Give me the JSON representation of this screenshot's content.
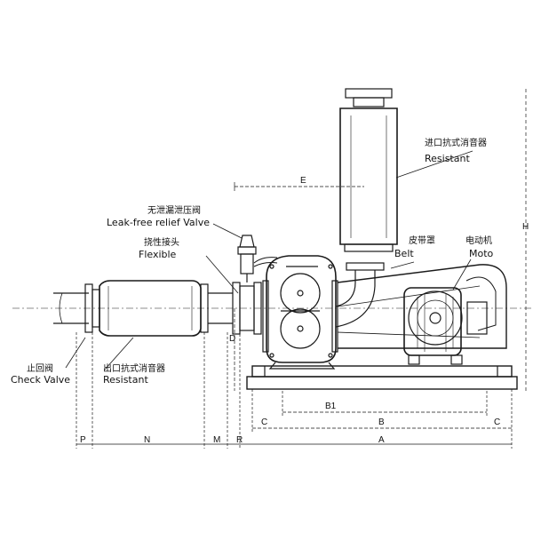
{
  "labels": {
    "inlet_silencer_zh": "进口抗式消音器",
    "inlet_silencer_en": "Resistant",
    "relief_valve_zh": "无泄漏泄压阀",
    "relief_valve_en": "Leak-free relief Valve",
    "flexible_zh": "挠性接头",
    "flexible_en": "Flexible",
    "belt_zh": "皮带罩",
    "belt_en": "Belt",
    "motor_zh": "电动机",
    "motor_en": "Moto",
    "check_valve_zh": "止回阀",
    "check_valve_en": "Check Valve",
    "outlet_silencer_zh": "出口抗式消音器",
    "outlet_silencer_en": "Resistant"
  },
  "dimensions": {
    "E": "E",
    "H": "H",
    "D": "D",
    "B1": "B1",
    "B": "B",
    "C_left": "C",
    "C_right": "C",
    "P": "P",
    "N": "N",
    "M": "M",
    "R": "R",
    "A": "A"
  },
  "colors": {
    "line": "#1a1a1a",
    "background": "#ffffff"
  }
}
